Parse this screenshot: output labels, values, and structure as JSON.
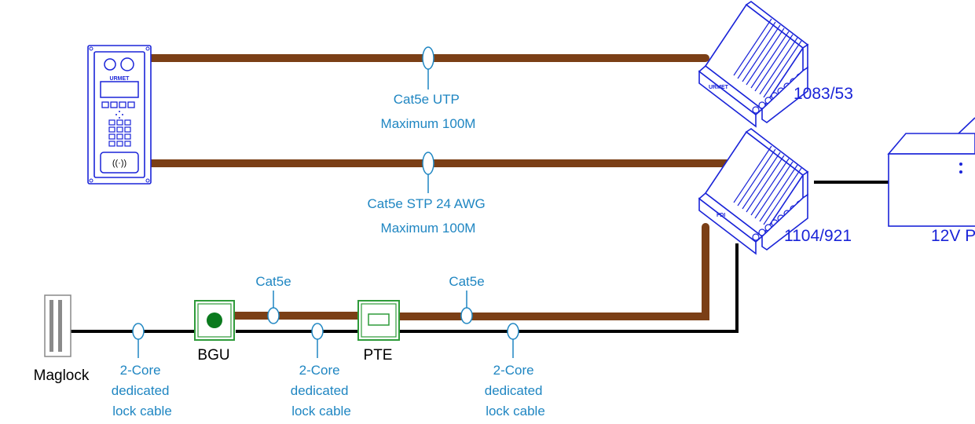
{
  "cables": {
    "cat5e_utp": [
      "Cat5e UTP",
      "Maximum 100M"
    ],
    "cat5e_stp": [
      "Cat5e STP 24 AWG",
      "Maximum 100M"
    ],
    "cat5e_a": "Cat5e",
    "cat5e_b": "Cat5e",
    "lock_cable_1": [
      "2-Core",
      "dedicated",
      "lock cable"
    ],
    "lock_cable_2": [
      "2-Core",
      "dedicated",
      "lock cable"
    ],
    "lock_cable_3": [
      "2-Core",
      "dedicated",
      "lock cable"
    ]
  },
  "devices": {
    "panel_brand": "URMET",
    "panel_rfid": "((·))",
    "module_top_label": "1083/53",
    "module_top_brand": "URMET",
    "module_bottom_label": "1104/921",
    "module_bottom_brand": "FDI",
    "psu_label": "12V P",
    "maglock_label": "Maglock",
    "bgu_label": "BGU",
    "pte_label": "PTE"
  },
  "colors": {
    "cat5e_cable": "#7b3f16",
    "lock_cable": "#000000",
    "device_outline": "#1a24d8",
    "annotation": "#1f86c2",
    "button_green": "#2e9b3a",
    "button_dot": "#0b7a1e"
  }
}
